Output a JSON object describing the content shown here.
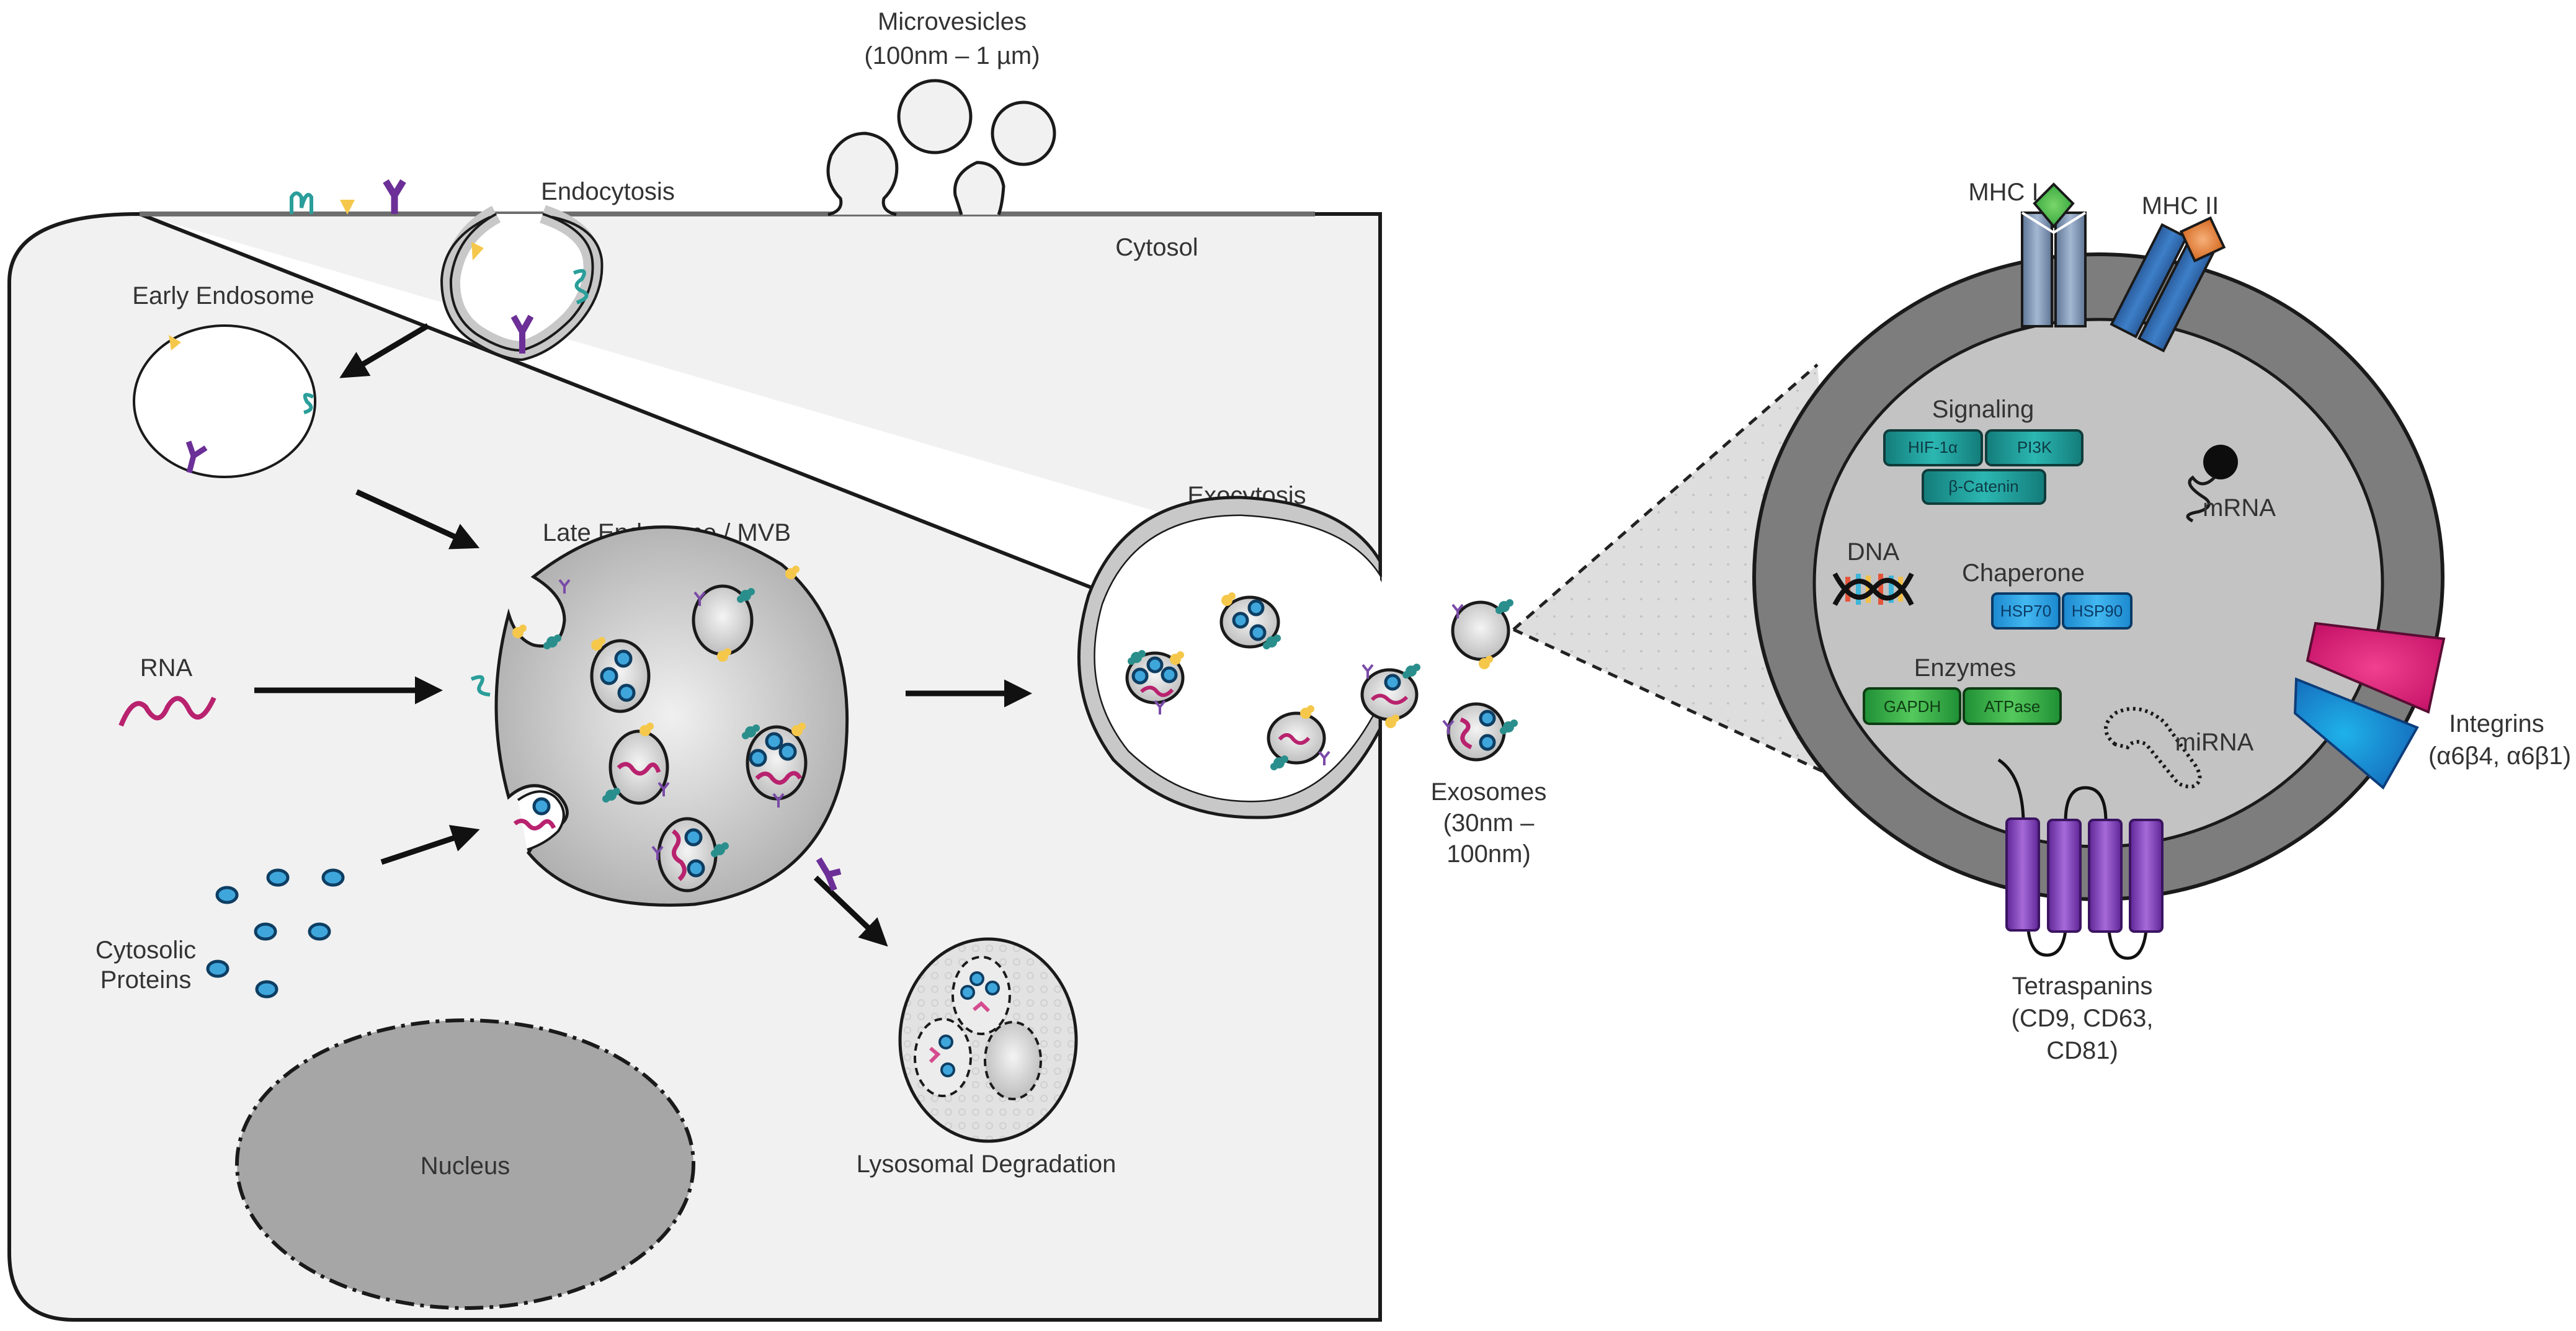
{
  "figure": {
    "title": "Exosome biogenesis and composition",
    "labels": {
      "microvesicles": "Microvesicles",
      "microvesicles_size": "(100nm – 1 µm)",
      "endocytosis": "Endocytosis",
      "cytosol": "Cytosol",
      "early_endosome": "Early Endosome",
      "late_endosome": "Late Endosome / MVB",
      "rna": "RNA",
      "cytosolic_proteins_line1": "Cytosolic",
      "cytosolic_proteins_line2": "Proteins",
      "exocytosis": "Exocytosis",
      "lysosomal_degradation": "Lysosomal Degradation",
      "nucleus": "Nucleus",
      "exosomes": "Exosomes",
      "exosomes_size_line1": "(30nm –",
      "exosomes_size_line2": "100nm)"
    },
    "exosome_detail": {
      "mhc1": "MHC I",
      "mhc2": "MHC II",
      "signaling": {
        "title": "Signaling",
        "proteins": [
          "HIF-1α",
          "PI3K",
          "β-Catenin"
        ]
      },
      "mrna": "mRNA",
      "dna": "DNA",
      "chaperone": {
        "title": "Chaperone",
        "proteins": [
          "HSP70",
          "HSP90"
        ]
      },
      "enzymes": {
        "title": "Enzymes",
        "proteins": [
          "GAPDH",
          "ATPase"
        ]
      },
      "mirna": "miRNA",
      "integrins": {
        "title": "Integrins",
        "subtitle": "(α6β4, α6β1)"
      },
      "tetraspanins": {
        "title": "Tetraspanins",
        "line2": "(CD9, CD63,",
        "line3": "CD81)"
      }
    },
    "colors": {
      "cell_fill": "#f1f1f1",
      "membrane_gray": "#7d7d7d",
      "lumen_gray": "#c3c3c3",
      "signaling_teal": "#1b9e9b",
      "chaperone_blue": "#29a3e6",
      "enzyme_green": "#37b34a",
      "tetraspanin_purple": "#7b3fb3",
      "integrin_pink": "#e0257b",
      "integrin_blue": "#1590d8",
      "mhc1_blue": "#8aa1bf",
      "mhc2_blue": "#2f6bb3",
      "mhc1_peptide": "#4fc24a",
      "mhc2_peptide": "#e8873a",
      "rna_magenta": "#b8226e",
      "protein_blue": "#3fa6dc",
      "receptor_purple": "#6b2f97",
      "ligand_yellow": "#f5c84c",
      "marker_teal": "#2a8f8c"
    }
  }
}
